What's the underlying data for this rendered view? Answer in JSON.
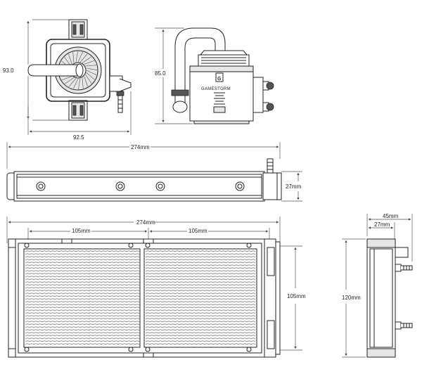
{
  "pump_top": {
    "height_label": "93.0",
    "width_label": "92.5"
  },
  "pump_side": {
    "height_label": "85.0",
    "brand_text": "GAMESTORM"
  },
  "radiator_side": {
    "length_label": "274mm",
    "thickness_label": "27mm"
  },
  "radiator_front": {
    "length_label": "274mm",
    "fan_spacing_left_label": "105mm",
    "fan_spacing_right_label": "105mm",
    "fan_height_label": "105mm"
  },
  "radiator_end": {
    "total_width_label": "45mm",
    "core_width_label": "27mm",
    "height_label": "120mm"
  }
}
